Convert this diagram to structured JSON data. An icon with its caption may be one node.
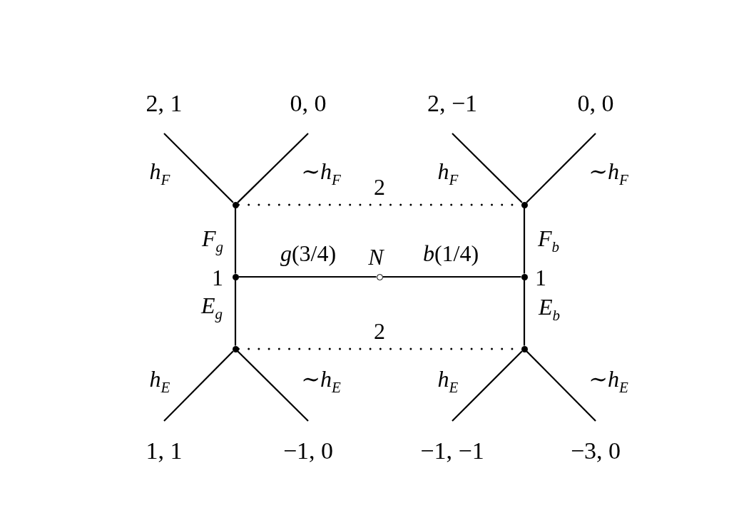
{
  "diagram": {
    "nodes": [
      {
        "text": [],
        "shape": "circle",
        "beside": [
          "N"
        ]
      },
      {
        "text": [],
        "shape": "circle",
        "beside": [
          "1"
        ]
      },
      {
        "text": [],
        "shape": "circle",
        "beside": [
          "1"
        ]
      },
      {
        "text": [],
        "shape": "circle"
      },
      {
        "text": [],
        "shape": "circle"
      },
      {
        "text": [],
        "shape": "circle"
      },
      {
        "text": [],
        "shape": "circle"
      },
      {
        "text": [
          "2, 1"
        ]
      },
      {
        "text": [
          "0, 0"
        ]
      },
      {
        "text": [
          "2, −1"
        ]
      },
      {
        "text": [
          "0, 0"
        ]
      },
      {
        "text": [
          "1, 1"
        ]
      },
      {
        "text": [
          "−1, 0"
        ]
      },
      {
        "text": [
          "−1, −1"
        ]
      },
      {
        "text": [
          "−3, 0"
        ]
      }
    ],
    "edges": [
      {
        "from": 0,
        "to": 1,
        "arrow": "none",
        "label": "*g*(3/4)"
      },
      {
        "from": 0,
        "to": 2,
        "arrow": "none",
        "label": "*b*(1/4)"
      },
      {
        "from": 1,
        "to": 3,
        "arrow": "none",
        "label": "*F*$_{g}$"
      },
      {
        "from": 1,
        "to": 5,
        "arrow": "none",
        "label": "*E*$_{g}$"
      },
      {
        "from": 2,
        "to": 4,
        "arrow": "none",
        "label": "*F*$_{b}$"
      },
      {
        "from": 2,
        "to": 6,
        "arrow": "none",
        "label": "*E*$_{b}$"
      },
      {
        "from": 3,
        "to": 7,
        "arrow": "none",
        "label": "*h*$_{F}$"
      },
      {
        "from": 3,
        "to": 8,
        "arrow": "none",
        "label": "∼*h*$_{F}$"
      },
      {
        "from": 4,
        "to": 9,
        "arrow": "none",
        "label": "*h*$_{F}$"
      },
      {
        "from": 4,
        "to": 10,
        "arrow": "none",
        "label": "∼*h*$_{F}$"
      },
      {
        "from": 5,
        "to": 11,
        "arrow": "none",
        "label": "*h*$_{E}$"
      },
      {
        "from": 5,
        "to": 12,
        "arrow": "none",
        "label": "∼*h*$_{E}$"
      },
      {
        "from": 6,
        "to": 13,
        "arrow": "none",
        "label": "*h*$_{E}$"
      },
      {
        "from": 6,
        "to": 14,
        "arrow": "none",
        "label": "∼*h*$_{E}$"
      },
      {
        "from": 3,
        "to": 4,
        "arrow": "none",
        "style": "dashed",
        "label": "2"
      },
      {
        "from": 5,
        "to": 6,
        "arrow": "none",
        "style": "dashed",
        "label": "2"
      }
    ]
  }
}
